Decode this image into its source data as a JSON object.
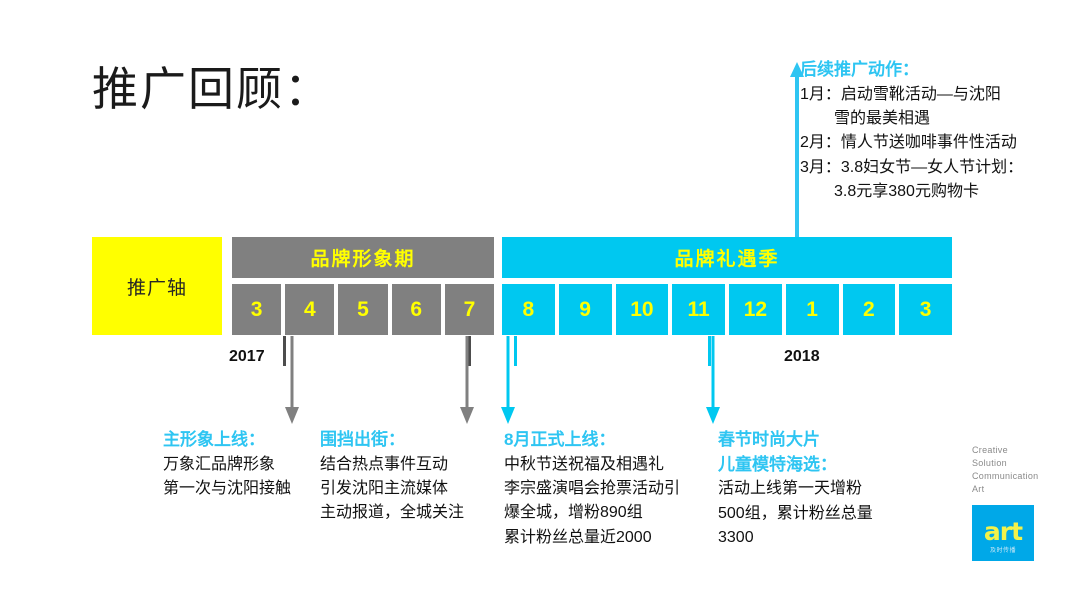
{
  "title": "推广回顾：",
  "future_actions": {
    "heading": "后续推广动作：",
    "lines": [
      {
        "text": "1月：启动雪靴活动—与沈阳",
        "indent": false
      },
      {
        "text": "雪的最美相遇",
        "indent": true
      },
      {
        "text": "2月：情人节送咖啡事件性活动",
        "indent": false
      },
      {
        "text": "3月：3.8妇女节—女人节计划：",
        "indent": false
      },
      {
        "text": "3.8元享380元购物卡",
        "indent": true
      }
    ]
  },
  "timeline": {
    "axis_label": "推广轴",
    "axis_color": "#ffff00",
    "phases": [
      {
        "label": "品牌形象期",
        "color": "#808080",
        "months": [
          "3",
          "4",
          "5",
          "6",
          "7"
        ]
      },
      {
        "label": "品牌礼遇季",
        "color": "#00c8f0",
        "months": [
          "8",
          "9",
          "10",
          "11",
          "12",
          "1",
          "2",
          "3"
        ]
      }
    ],
    "years": [
      {
        "label": "2017"
      },
      {
        "label": "2018"
      }
    ]
  },
  "notes": [
    {
      "heading": "主形象上线：",
      "lines": [
        "万象汇品牌形象",
        "第一次与沈阳接触"
      ],
      "connector_color": "#808080"
    },
    {
      "heading": "围挡出街：",
      "lines": [
        "结合热点事件互动",
        "引发沈阳主流媒体",
        "主动报道，全城关注"
      ],
      "connector_color": "#808080"
    },
    {
      "heading": "8月正式上线：",
      "lines": [
        "中秋节送祝福及相遇礼",
        "李宗盛演唱会抢票活动引",
        "爆全城，增粉890组",
        "累计粉丝总量近2000"
      ],
      "connector_color": "#00c8f0"
    },
    {
      "heading": "春节时尚大片",
      "heading2": "儿童模特海选：",
      "lines": [
        "活动上线第一天增粉",
        "500组，累计粉丝总量",
        "3300"
      ],
      "connector_color": "#00c8f0"
    }
  ],
  "logo": {
    "tagline": [
      "Creative",
      "Solution",
      "Communication",
      "Art"
    ],
    "mark_text": "art",
    "mark_sub": "及时传播",
    "mark_bg": "#00a8e8",
    "mark_fg": "#f2f24a"
  },
  "colors": {
    "accent_cyan": "#2ec5f2",
    "band_cyan": "#00c8f0",
    "band_gray": "#808080",
    "highlight_yellow": "#ffff00",
    "text_dark": "#111111"
  }
}
